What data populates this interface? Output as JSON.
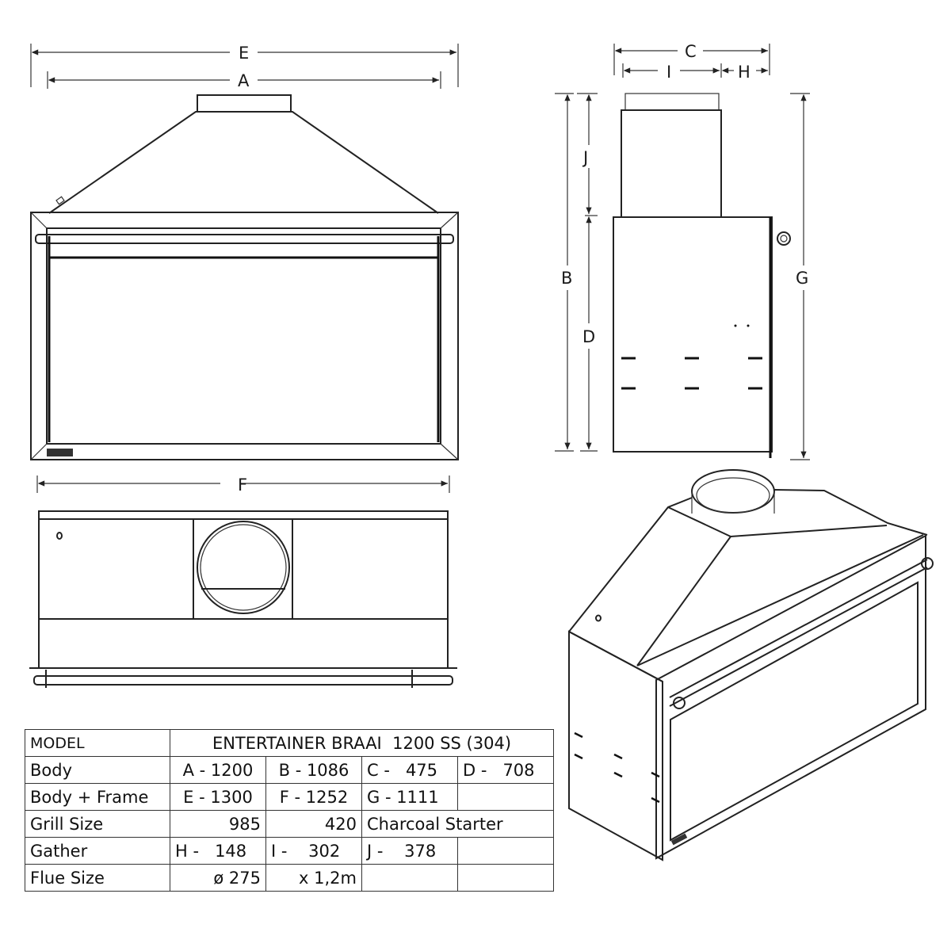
{
  "dimension_labels": {
    "E": "E",
    "A": "A",
    "F": "F",
    "C": "C",
    "I": "I",
    "H": "H",
    "J": "J",
    "B": "B",
    "D": "D",
    "G": "G"
  },
  "views": {
    "front": "front-elevation",
    "side": "side-elevation",
    "top": "plan-view",
    "isometric": "isometric-view"
  },
  "spec_table": {
    "model_label": "MODEL",
    "model_name": "ENTERTAINER BRAAI  1200 SS (304)",
    "rows": [
      {
        "label": "Body",
        "cells": [
          "A - 1200",
          "B - 1086",
          "C -   475",
          "D -   708"
        ]
      },
      {
        "label": "Body + Frame",
        "cells": [
          "E - 1300",
          "F - 1252",
          "G - 1111",
          ""
        ]
      },
      {
        "label": "Grill Size",
        "cells": [
          "985",
          "420",
          "Charcoal Starter"
        ]
      },
      {
        "label": "Gather",
        "cells": [
          "H -   148",
          "I -    302",
          "J -    378",
          ""
        ]
      },
      {
        "label": "Flue Size",
        "cells": [
          "ø 275",
          "x 1,2m",
          "",
          ""
        ]
      }
    ]
  }
}
